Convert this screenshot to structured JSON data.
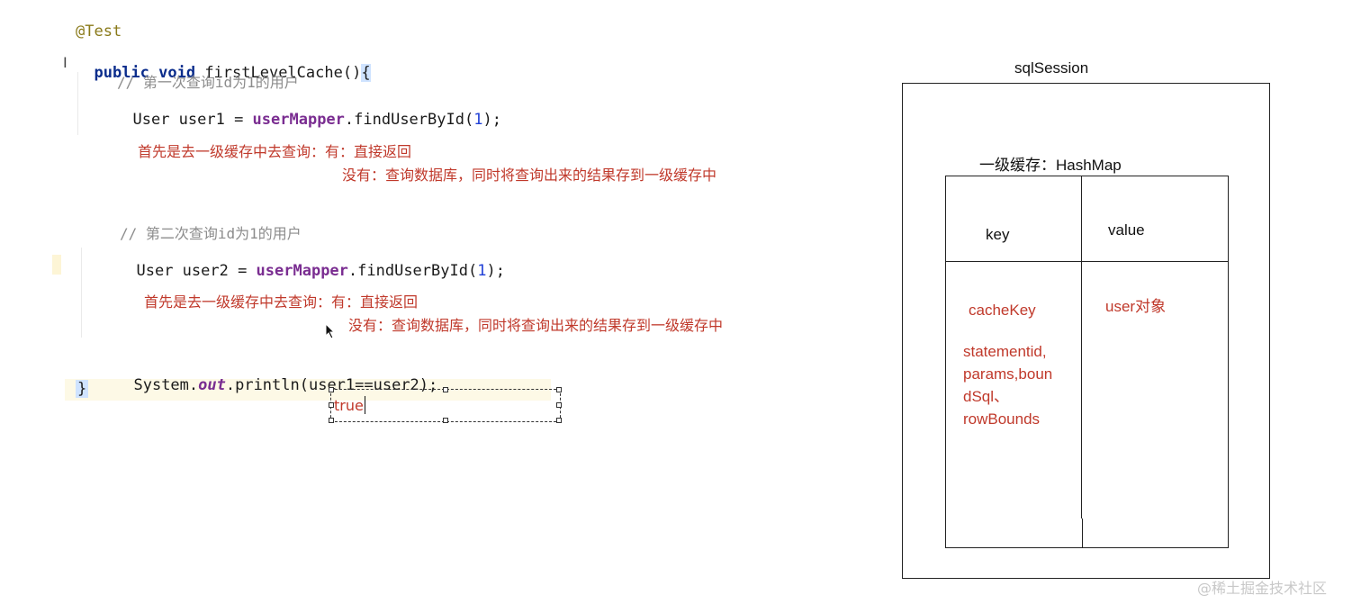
{
  "code": {
    "annotation": "@Test",
    "signature": {
      "modifier": "public void",
      "name": " firstLevelCache()",
      "open_brace": "{"
    },
    "comment1": "// 第一次查询id为1的用户",
    "line1": {
      "prefix": "User user1 = ",
      "field": "userMapper",
      "call": ".findUserById(",
      "arg": "1",
      "suffix": ");"
    },
    "comment2": "// 第二次查询id为1的用户",
    "line2": {
      "prefix": "User user2 = ",
      "field": "userMapper",
      "call": ".findUserById(",
      "arg": "1",
      "suffix": ");"
    },
    "println": {
      "prefix": "System.",
      "field": "out",
      "suffix": ".println(user1==user2);"
    },
    "close_brace": "}"
  },
  "annotations": {
    "note1_line1": "首先是去一级缓存中去查询：有：直接返回",
    "note1_line2": "没有：查询数据库，同时将查询出来的结果存到一级缓存中",
    "note2_line1": "首先是去一级缓存中去查询：有：直接返回",
    "note2_line2": "没有：查询数据库，同时将查询出来的结果存到一级缓存中",
    "result_text": "true"
  },
  "diagram": {
    "session_label": "sqlSession",
    "cache_label": "一级缓存：HashMap",
    "key_header": "key",
    "value_header": "value",
    "key_cell_title": "cacheKey",
    "key_cell_lines": [
      "statementid,",
      "params,boun",
      "dSql、",
      "rowBounds"
    ],
    "value_cell": "user对象"
  },
  "watermark": "@稀土掘金技术社区",
  "colors": {
    "annotation_red": "#c0392b",
    "keyword_blue": "#0b2d8c",
    "field_purple": "#7a2d91",
    "comment_gray": "#8c8c8c",
    "number_blue": "#1f3fd6",
    "brace_highlight": "#cfe3ff",
    "line_highlight": "#fdf9e6"
  }
}
